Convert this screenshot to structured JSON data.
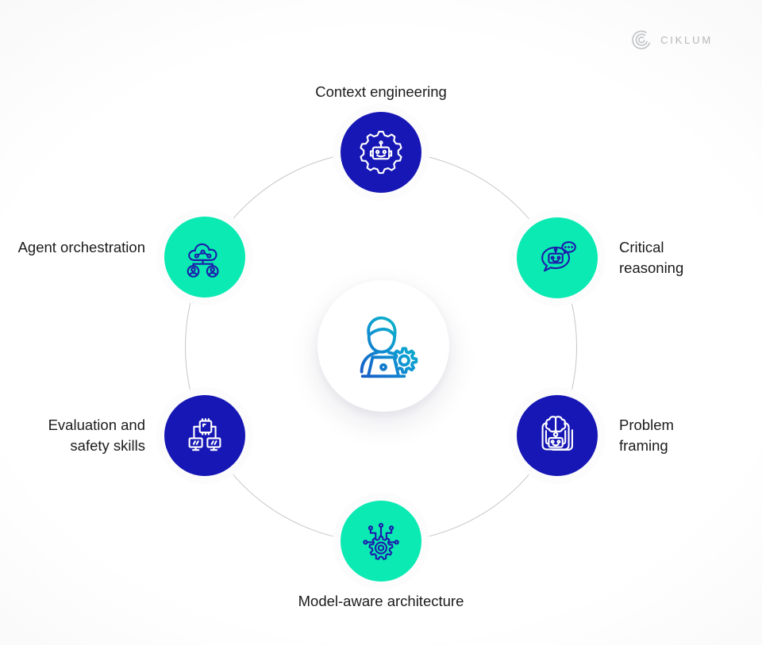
{
  "brand": {
    "name": "CIKLUM",
    "logo_icon": "ciklum-arcs-logo-icon"
  },
  "center": {
    "icon": "ai-engineer-laptop-gear-icon"
  },
  "nodes": [
    {
      "id": "context-engineering",
      "label": "Context engineering",
      "icon": "robot-gear-badge-icon",
      "scheme": "blue",
      "position": "top"
    },
    {
      "id": "critical-reasoning",
      "label": "Critical reasoning",
      "icon": "chatbot-speech-bubbles-icon",
      "scheme": "teal",
      "position": "upper-right"
    },
    {
      "id": "problem-framing",
      "label": "Problem framing",
      "icon": "robot-brain-frame-icon",
      "scheme": "blue",
      "position": "lower-right"
    },
    {
      "id": "model-aware-architecture",
      "label": "Model-aware architecture",
      "icon": "gear-circuit-icon",
      "scheme": "teal",
      "position": "bottom"
    },
    {
      "id": "evaluation-and-safety-skills",
      "label": "Evaluation and safety skills",
      "icon": "chip-monitors-icon",
      "scheme": "blue",
      "position": "lower-left"
    },
    {
      "id": "agent-orchestration",
      "label": "Agent orchestration",
      "icon": "cloud-network-users-icon",
      "scheme": "teal",
      "position": "upper-left"
    }
  ],
  "colors": {
    "node_blue": "#1717b5",
    "node_teal": "#0aeab2",
    "icon_on_blue": "#ffffff",
    "icon_on_teal": "#1d1dac",
    "label_text": "#1b1b1b",
    "orbit_ring": "#c6c6c6",
    "logo_gray": "#b4b6b9",
    "center_gradient_start": "#1b3bc2",
    "center_gradient_mid": "#0e9ad2",
    "center_gradient_end": "#0fd6b6"
  }
}
